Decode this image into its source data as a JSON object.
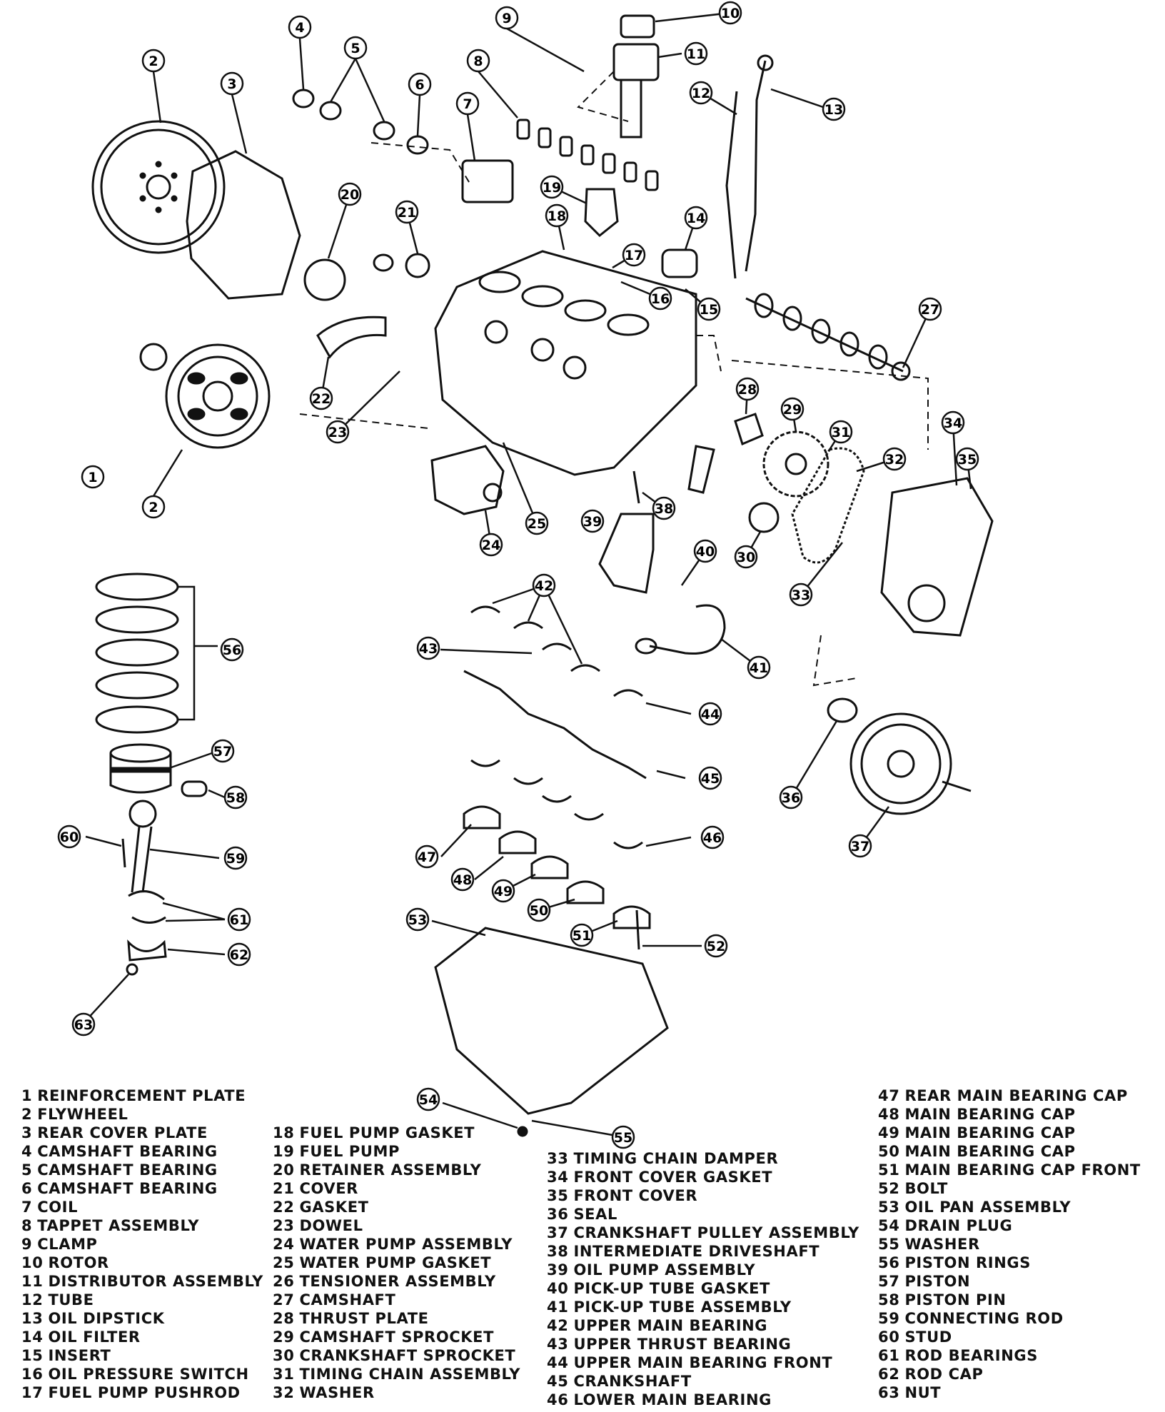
{
  "callouts": [
    "1",
    "2",
    "3",
    "4",
    "5",
    "6",
    "7",
    "8",
    "9",
    "10",
    "11",
    "12",
    "13",
    "14",
    "15",
    "16",
    "17",
    "18",
    "19",
    "20",
    "21",
    "22",
    "23",
    "24",
    "25",
    "27",
    "28",
    "29",
    "30",
    "31",
    "32",
    "33",
    "34",
    "35",
    "36",
    "37",
    "38",
    "39",
    "40",
    "41",
    "42",
    "43",
    "44",
    "45",
    "46",
    "47",
    "48",
    "49",
    "50",
    "51",
    "52",
    "53",
    "54",
    "55",
    "56",
    "57",
    "58",
    "59",
    "60",
    "61",
    "62",
    "63"
  ],
  "legend": {
    "col1": [
      {
        "num": "1",
        "label": "REINFORCEMENT PLATE"
      },
      {
        "num": "2",
        "label": "FLYWHEEL"
      },
      {
        "num": "3",
        "label": "REAR COVER PLATE"
      },
      {
        "num": "4",
        "label": "CAMSHAFT BEARING"
      },
      {
        "num": "5",
        "label": "CAMSHAFT BEARING"
      },
      {
        "num": "6",
        "label": "CAMSHAFT BEARING"
      },
      {
        "num": "7",
        "label": "COIL"
      },
      {
        "num": "8",
        "label": "TAPPET ASSEMBLY"
      },
      {
        "num": "9",
        "label": "CLAMP"
      },
      {
        "num": "10",
        "label": "ROTOR"
      },
      {
        "num": "11",
        "label": "DISTRIBUTOR ASSEMBLY"
      },
      {
        "num": "12",
        "label": "TUBE"
      },
      {
        "num": "13",
        "label": "OIL DIPSTICK"
      },
      {
        "num": "14",
        "label": "OIL FILTER"
      },
      {
        "num": "15",
        "label": "INSERT"
      },
      {
        "num": "16",
        "label": "OIL PRESSURE SWITCH"
      },
      {
        "num": "17",
        "label": "FUEL PUMP PUSHROD"
      }
    ],
    "col2": [
      {
        "num": "18",
        "label": "FUEL PUMP GASKET"
      },
      {
        "num": "19",
        "label": "FUEL PUMP"
      },
      {
        "num": "20",
        "label": "RETAINER ASSEMBLY"
      },
      {
        "num": "21",
        "label": "COVER"
      },
      {
        "num": "22",
        "label": "GASKET"
      },
      {
        "num": "23",
        "label": "DOWEL"
      },
      {
        "num": "24",
        "label": "WATER PUMP ASSEMBLY"
      },
      {
        "num": "25",
        "label": "WATER PUMP GASKET"
      },
      {
        "num": "26",
        "label": "TENSIONER ASSEMBLY"
      },
      {
        "num": "27",
        "label": "CAMSHAFT"
      },
      {
        "num": "28",
        "label": "THRUST PLATE"
      },
      {
        "num": "29",
        "label": "CAMSHAFT SPROCKET"
      },
      {
        "num": "30",
        "label": "CRANKSHAFT SPROCKET"
      },
      {
        "num": "31",
        "label": "TIMING CHAIN ASSEMBLY"
      },
      {
        "num": "32",
        "label": "WASHER"
      }
    ],
    "col3": [
      {
        "num": "33",
        "label": "TIMING CHAIN DAMPER"
      },
      {
        "num": "34",
        "label": "FRONT COVER GASKET"
      },
      {
        "num": "35",
        "label": "FRONT COVER"
      },
      {
        "num": "36",
        "label": "SEAL"
      },
      {
        "num": "37",
        "label": "CRANKSHAFT PULLEY ASSEMBLY"
      },
      {
        "num": "38",
        "label": "INTERMEDIATE DRIVESHAFT"
      },
      {
        "num": "39",
        "label": "OIL PUMP ASSEMBLY"
      },
      {
        "num": "40",
        "label": "PICK-UP TUBE GASKET"
      },
      {
        "num": "41",
        "label": "PICK-UP TUBE ASSEMBLY"
      },
      {
        "num": "42",
        "label": "UPPER MAIN BEARING"
      },
      {
        "num": "43",
        "label": "UPPER THRUST BEARING"
      },
      {
        "num": "44",
        "label": "UPPER MAIN BEARING FRONT"
      },
      {
        "num": "45",
        "label": "CRANKSHAFT"
      },
      {
        "num": "46",
        "label": "LOWER MAIN BEARING"
      }
    ],
    "col4": [
      {
        "num": "47",
        "label": "REAR MAIN BEARING CAP"
      },
      {
        "num": "48",
        "label": "MAIN BEARING CAP"
      },
      {
        "num": "49",
        "label": "MAIN BEARING CAP"
      },
      {
        "num": "50",
        "label": "MAIN BEARING CAP"
      },
      {
        "num": "51",
        "label": "MAIN BEARING CAP FRONT"
      },
      {
        "num": "52",
        "label": "BOLT"
      },
      {
        "num": "53",
        "label": "OIL PAN ASSEMBLY"
      },
      {
        "num": "54",
        "label": "DRAIN PLUG"
      },
      {
        "num": "55",
        "label": "WASHER"
      },
      {
        "num": "56",
        "label": "PISTON RINGS"
      },
      {
        "num": "57",
        "label": "PISTON"
      },
      {
        "num": "58",
        "label": "PISTON PIN"
      },
      {
        "num": "59",
        "label": "CONNECTING ROD"
      },
      {
        "num": "60",
        "label": "STUD"
      },
      {
        "num": "61",
        "label": "ROD BEARINGS"
      },
      {
        "num": "62",
        "label": "ROD CAP"
      },
      {
        "num": "63",
        "label": "NUT"
      }
    ]
  }
}
